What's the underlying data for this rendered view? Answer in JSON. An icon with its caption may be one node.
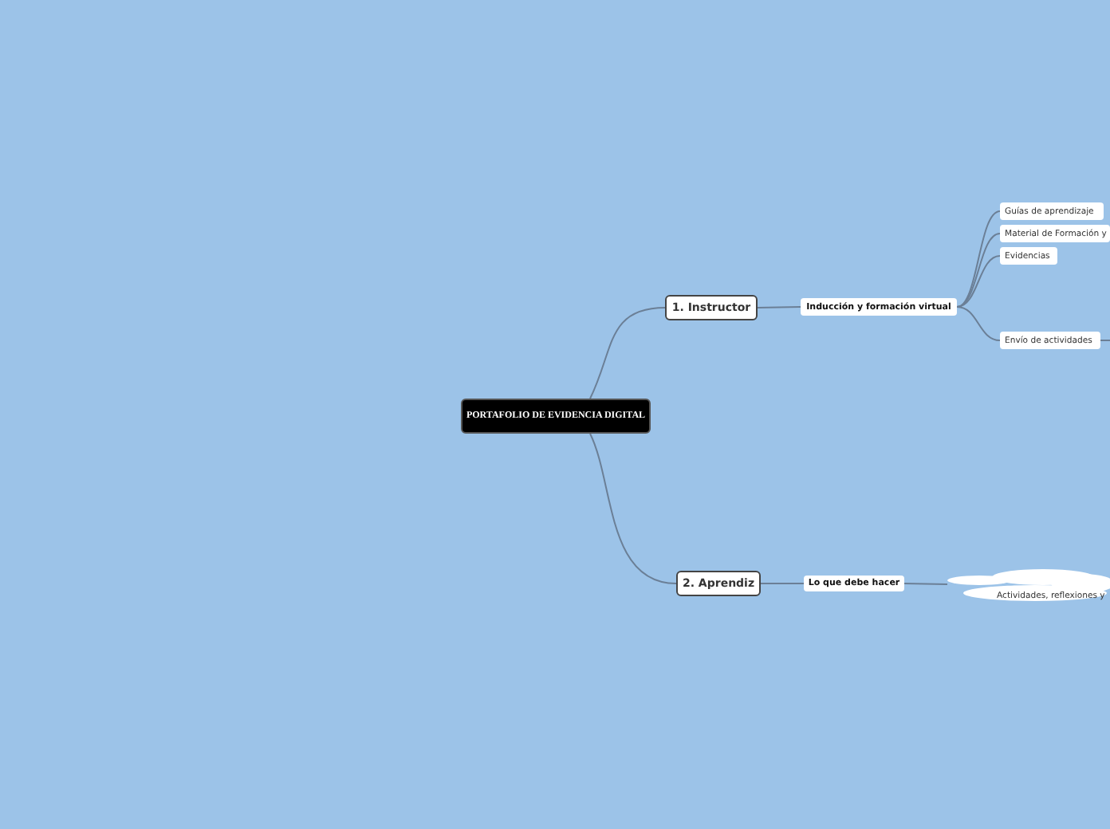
{
  "diagram": {
    "nodes": [
      {
        "text": [
          "PORTAFOLIO DE EVIDENCIA DIGITAL"
        ]
      },
      {
        "text": [
          "1. Instructor"
        ]
      },
      {
        "text": [
          "Inducción y formación virtual"
        ]
      },
      {
        "text": [
          "Guías de aprendizaje"
        ]
      },
      {
        "text": [
          "Material de Formación y"
        ]
      },
      {
        "text": [
          "Evidencias"
        ]
      },
      {
        "text": [
          "Envío de actividades"
        ]
      },
      {
        "text": [
          "2. Aprendiz"
        ]
      },
      {
        "text": [
          "Lo que debe hacer"
        ]
      },
      {
        "text": [
          "Actividades, reflexiones y"
        ]
      }
    ],
    "edges": [
      {
        "from": 0,
        "to": 1,
        "arrow": "none"
      },
      {
        "from": 0,
        "to": 7,
        "arrow": "none"
      },
      {
        "from": 1,
        "to": 2,
        "arrow": "none"
      },
      {
        "from": 2,
        "to": 3,
        "arrow": "none"
      },
      {
        "from": 2,
        "to": 4,
        "arrow": "none"
      },
      {
        "from": 2,
        "to": 5,
        "arrow": "none"
      },
      {
        "from": 2,
        "to": 6,
        "arrow": "none"
      },
      {
        "from": 6,
        "to": null,
        "arrow": "none"
      },
      {
        "from": 7,
        "to": 8,
        "arrow": "none"
      },
      {
        "from": 8,
        "to": 9,
        "arrow": "none"
      }
    ]
  }
}
